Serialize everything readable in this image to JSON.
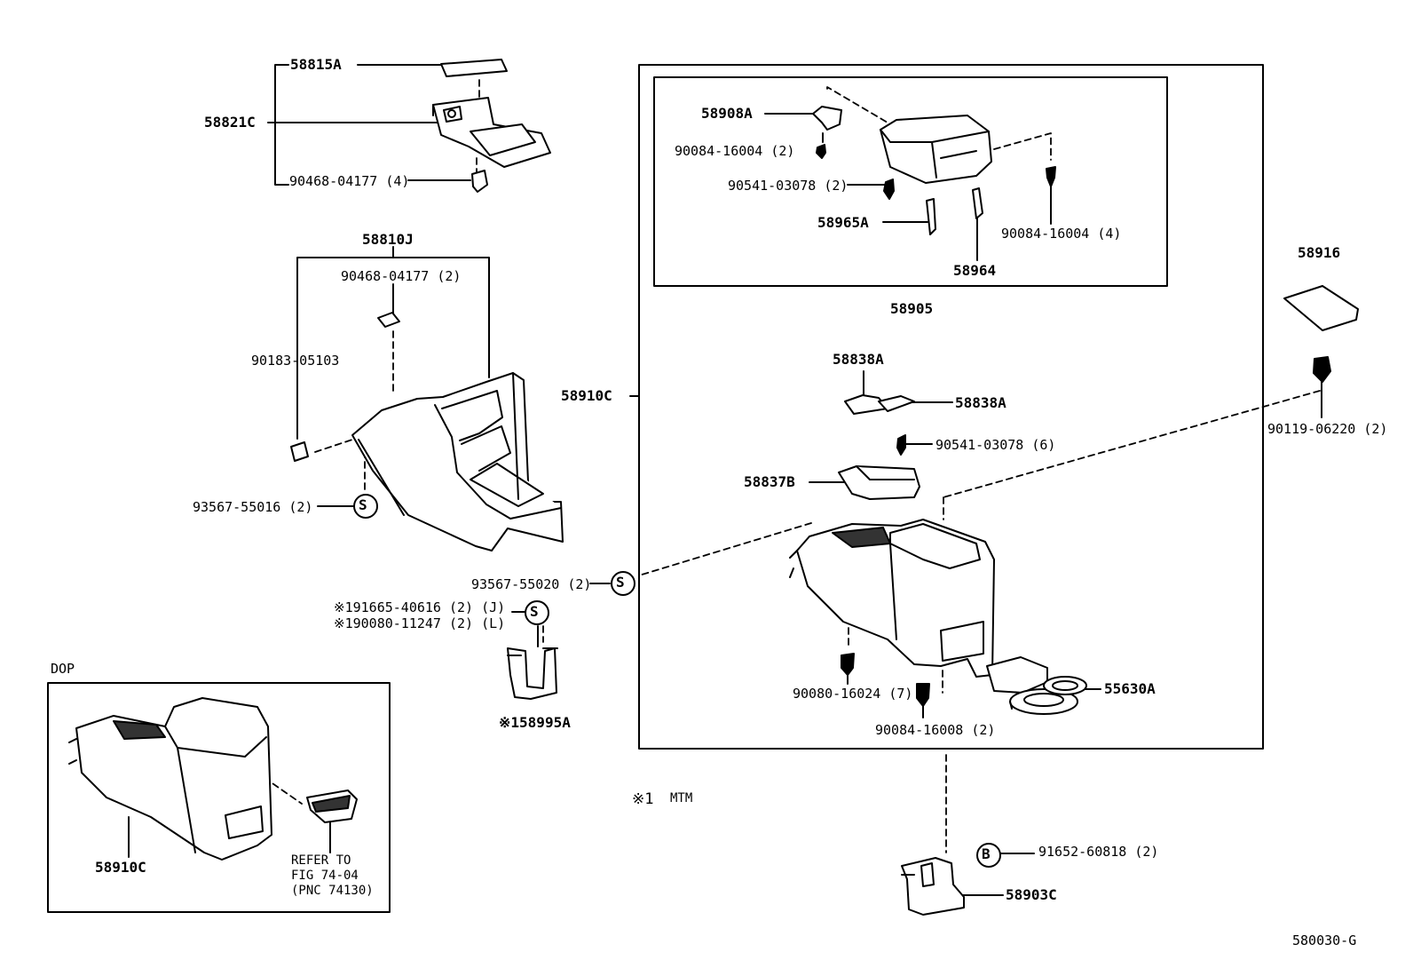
{
  "labels": {
    "p58815A": "58815A",
    "p58821C": "58821C",
    "p90468_04177_4": "90468-04177 (4)",
    "p58810J": "58810J",
    "p90468_04177_2": "90468-04177 (2)",
    "p90183_05103": "90183-05103",
    "p93567_55016": "93567-55016 (2)",
    "p58910C_main": "58910C",
    "p93567_55020": "93567-55020 (2)",
    "p91665_40616": "※191665-40616 (2) (J)",
    "p90080_11247": "※190080-11247 (2) (L)",
    "p58995A": "※158995A",
    "p58908A": "58908A",
    "p90084_16004_2": "90084-16004 (2)",
    "p90541_03078_2": "90541-03078 (2)",
    "p58965A": "58965A",
    "p58964": "58964",
    "p90084_16004_4": "90084-16004 (4)",
    "p58905": "58905",
    "p58916": "58916",
    "p90119_06220": "90119-06220 (2)",
    "p58838A_1": "58838A",
    "p58838A_2": "58838A",
    "p90541_03078_6": "90541-03078 (6)",
    "p58837B": "58837B",
    "p55630A": "55630A",
    "p90080_16024": "90080-16024 (7)",
    "p90084_16008": "90084-16008 (2)",
    "p91652_60818": "91652-60818 (2)",
    "p58903C": "58903C",
    "p58910C_dop": "58910C"
  },
  "symbols": {
    "s": "S",
    "b": "B"
  },
  "notes": {
    "dop": "DOP",
    "refer1": "REFER TO",
    "refer2": "FIG 74-04",
    "refer3": "(PNC 74130)",
    "mtm_mark": "※1",
    "mtm": "MTM",
    "fig_code": "580030-G"
  }
}
